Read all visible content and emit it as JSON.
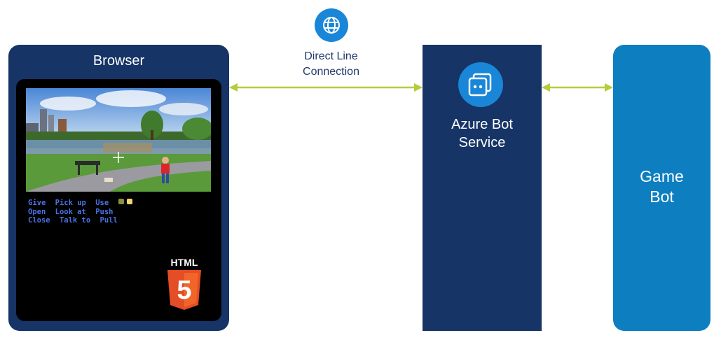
{
  "browser": {
    "title": "Browser",
    "verbs": [
      [
        "Give",
        "Pick up",
        "Use"
      ],
      [
        "Open",
        "Look at",
        "Push"
      ],
      [
        "Close",
        "Talk to",
        "Pull"
      ]
    ],
    "html5_logo_text": "HTML",
    "html5_logo_number": "5"
  },
  "connection": {
    "icon": "globe-icon",
    "label_line1": "Direct Line",
    "label_line2": "Connection"
  },
  "bot_service": {
    "icon": "bot-icon",
    "title_line1": "Azure Bot",
    "title_line2": "Service"
  },
  "game_bot": {
    "title_line1": "Game",
    "title_line2": "Bot"
  },
  "colors": {
    "navy": "#163466",
    "blue": "#0d7fc1",
    "icon_blue": "#1a86d8",
    "arrow": "#b5cc3c",
    "verb": "#4a72e6",
    "html5_orange": "#e44d26"
  }
}
